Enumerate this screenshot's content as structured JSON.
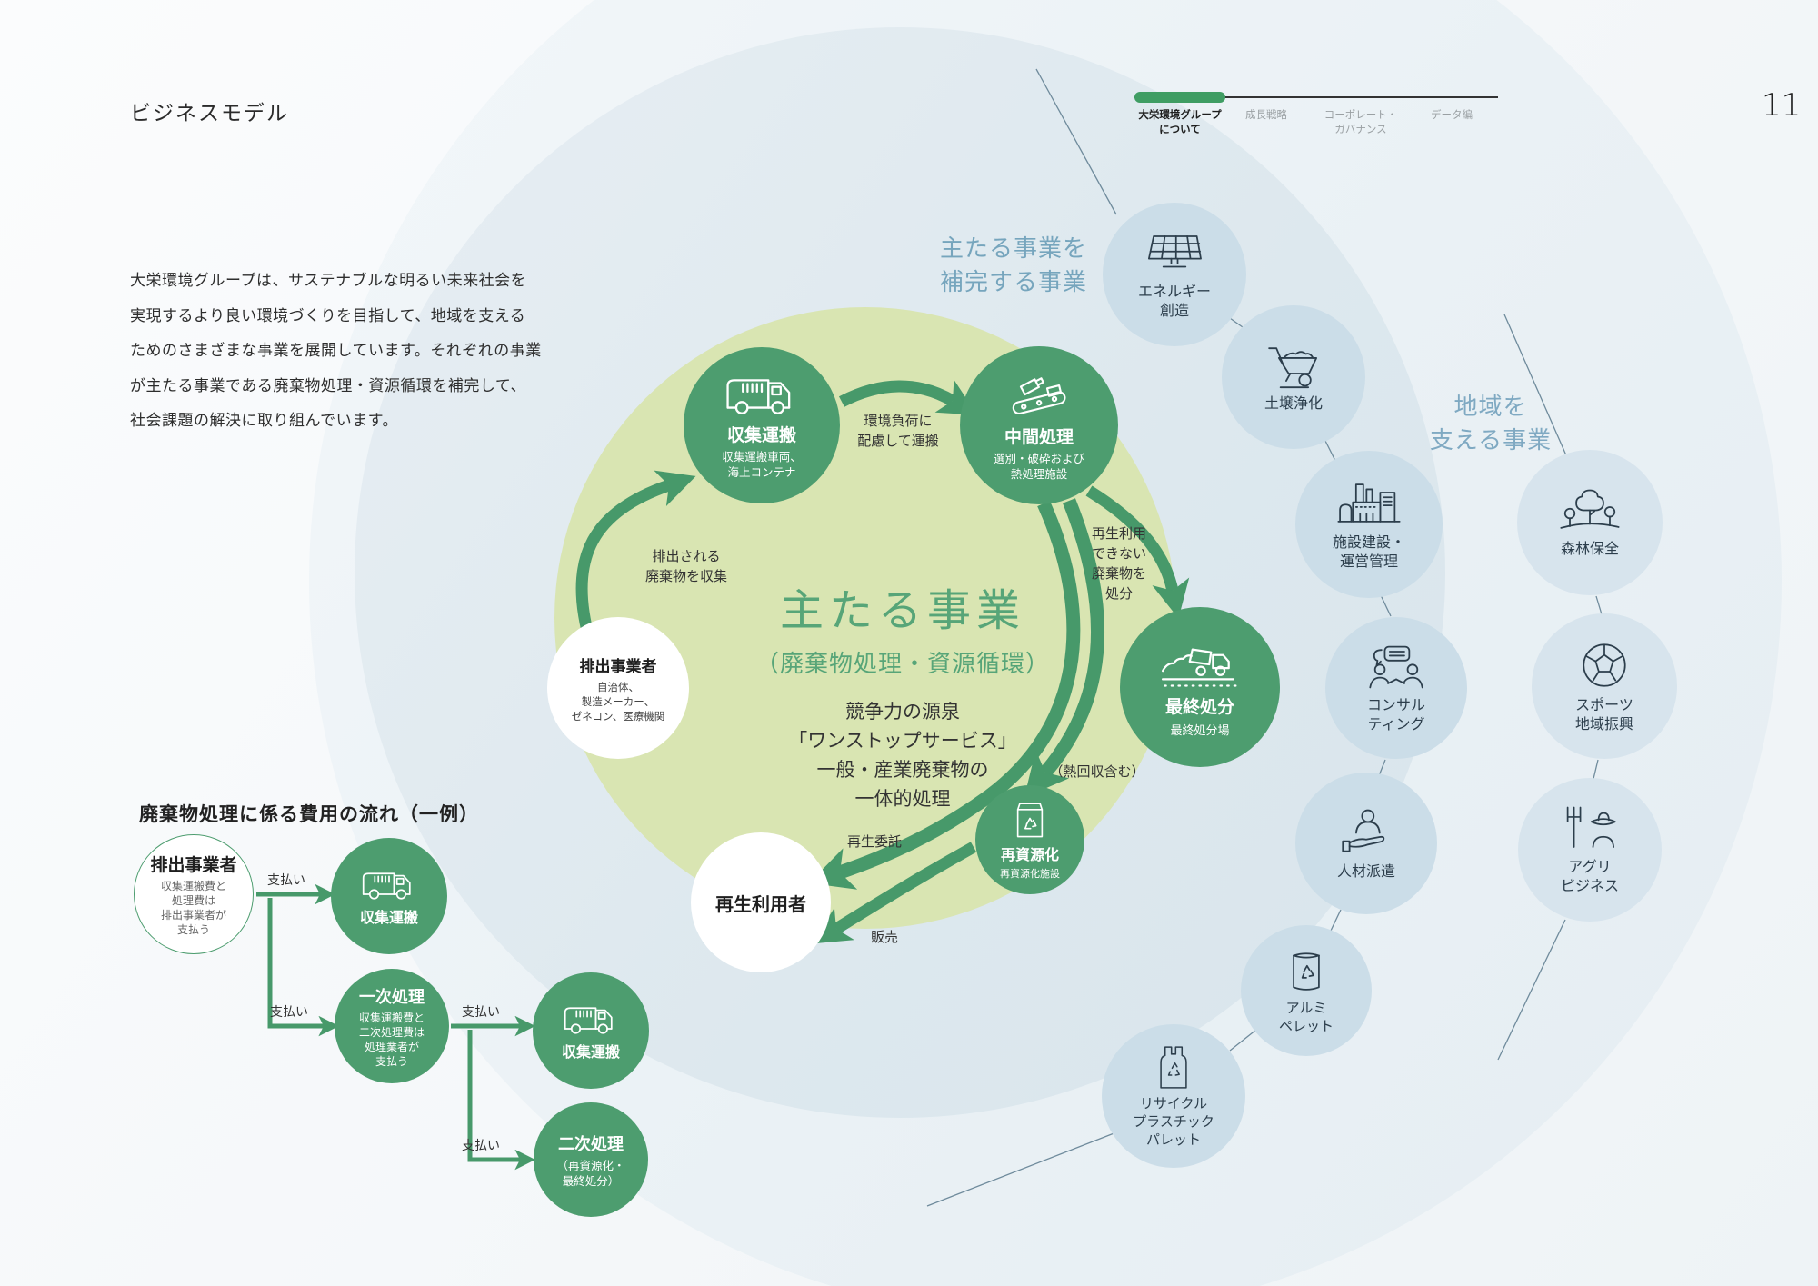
{
  "page": {
    "title": "ビジネスモデル",
    "number": "11"
  },
  "nav": {
    "items": [
      {
        "label": "大栄環境グループ\nについて",
        "active": true
      },
      {
        "label": "成長戦略",
        "active": false
      },
      {
        "label": "コーポレート・\nガバナンス",
        "active": false
      },
      {
        "label": "データ編",
        "active": false
      }
    ]
  },
  "intro": {
    "text": "大栄環境グループは、サステナブルな明るい未来社会を\n実現するより良い環境づくりを目指して、地域を支える\nためのさまざまな事業を展開しています。それぞれの事業\nが主たる事業である廃棄物処理・資源循環を補完して、\n社会課題の解決に取り組んでいます。"
  },
  "headings": {
    "complement": "主たる事業を\n補完する事業",
    "regional": "地域を\n支える事業"
  },
  "core": {
    "title": "主たる事業",
    "subtitle": "（廃棄物処理・資源循環）",
    "lines": "競争力の源泉\n「ワンストップサービス」\n一般・産業廃棄物の\n一体的処理"
  },
  "cycle": {
    "nodes": {
      "shushu": {
        "label": "収集運搬",
        "sub": "収集運搬車両、\n海上コンテナ"
      },
      "chukan": {
        "label": "中間処理",
        "sub": "選別・破砕および\n熱処理施設"
      },
      "saishu": {
        "label": "最終処分",
        "sub": "最終処分場"
      },
      "saishigen": {
        "label": "再資源化",
        "sub": "再資源化施設"
      },
      "riyosha": {
        "label": "再生利用者"
      },
      "haishutsu": {
        "label": "排出事業者",
        "sub": "自治体、\n製造メーカー、\nゼネコン、医療機関"
      }
    },
    "labels": {
      "collect": "排出される\n廃棄物を収集",
      "transport": "環境負荷に\n配慮して運搬",
      "dispose": "再生利用\nできない\n廃棄物を\n処分",
      "heat": "（熱回収含む）",
      "consign": "再生委託",
      "sell": "販売"
    }
  },
  "complement": {
    "nodes": [
      {
        "label": "エネルギー\n創造"
      },
      {
        "label": "土壌浄化"
      },
      {
        "label": "施設建設・\n運営管理"
      },
      {
        "label": "コンサル\nティング"
      },
      {
        "label": "人材派遣"
      },
      {
        "label": "アルミ\nペレット"
      },
      {
        "label": "リサイクル\nプラスチック\nパレット"
      }
    ]
  },
  "regional": {
    "nodes": [
      {
        "label": "森林保全"
      },
      {
        "label": "スポーツ\n地域振興"
      },
      {
        "label": "アグリ\nビジネス"
      }
    ]
  },
  "flow": {
    "title": "廃棄物処理に係る費用の流れ（一例）",
    "pay": "支払い",
    "source": {
      "label": "排出事業者",
      "sub": "収集運搬費と\n処理費は\n排出事業者が\n支払う"
    },
    "nodes": {
      "shushu1": {
        "label": "収集運搬"
      },
      "ichiji": {
        "label": "一次処理",
        "sub": "収集運搬費と\n二次処理費は\n処理業者が\n支払う"
      },
      "shushu2": {
        "label": "収集運搬"
      },
      "niji": {
        "label": "二次処理",
        "sub": "（再資源化・\n最終処分）"
      }
    }
  },
  "icons": {
    "shushu": "garbage-truck-icon",
    "chukan": "conveyor-sorting-icon",
    "saishu": "dump-truck-landfill-icon",
    "saishigen": "recycle-bag-icon",
    "energy": "solar-panel-icon",
    "soil": "wheelbarrow-icon",
    "facility": "factory-icon",
    "consulting": "consulting-people-icon",
    "staffing": "hand-person-icon",
    "aluminum": "aluminum-can-icon",
    "plastic": "plastic-bag-icon",
    "forest": "forest-trees-icon",
    "sports": "soccer-ball-icon",
    "agri": "agriculture-icon"
  },
  "colors": {
    "accent_green": "#4d9d6f",
    "arrow_green": "#47996a",
    "lime_disc": "#d9e5b2",
    "core_text_green": "#57a578",
    "complement_circle": "#cbdde8",
    "regional_circle": "#d7e4ed",
    "heading_blue": "#76a5bd",
    "nav_pill_green": "#3f9d63"
  }
}
